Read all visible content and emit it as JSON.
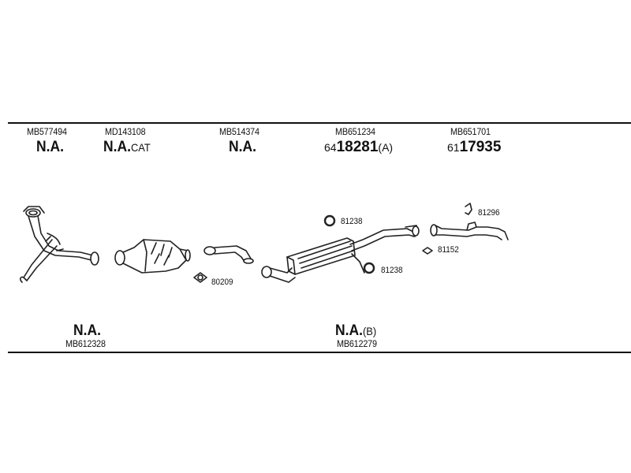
{
  "top_row": [
    {
      "part_no": "MB577494",
      "status": "N.A.",
      "suffix": ""
    },
    {
      "part_no": "MD143108",
      "status": "N.A.",
      "suffix": "CAT"
    },
    {
      "part_no": "MB514374",
      "status": "N.A.",
      "suffix": ""
    },
    {
      "part_no": "MB651234",
      "code_prefix": "64",
      "code": "18281",
      "code_suffix": "(A)"
    },
    {
      "part_no": "MB651701",
      "code_prefix": "61",
      "code": "17935",
      "code_suffix": ""
    }
  ],
  "bottom_row": [
    {
      "status": "N.A.",
      "suffix": "",
      "part_no": "MB612328"
    },
    {
      "status": "N.A.",
      "suffix": "(B)",
      "part_no": "MB612279"
    }
  ],
  "component_refs": {
    "gasket_front": "80209",
    "ring_upper": "81238",
    "ring_lower": "81238",
    "ring_rear": "81152",
    "hanger_rear": "81296"
  }
}
